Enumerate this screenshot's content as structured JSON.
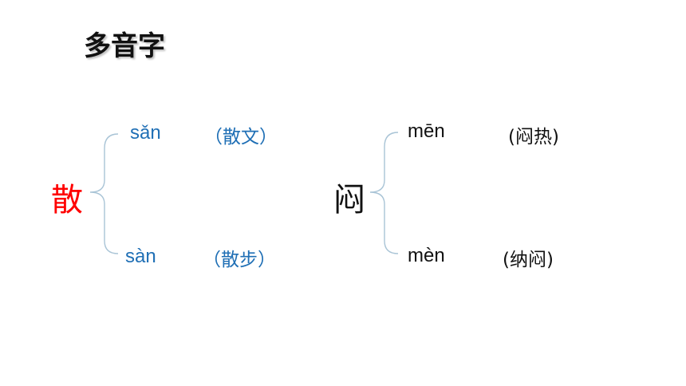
{
  "slide": {
    "title": "多音字",
    "colors": {
      "head_char_1": "#ff0000",
      "blue_text": "#1f6fb5",
      "black_text": "#111111",
      "bracket_line": "#a9c4d6"
    },
    "group1": {
      "char": "散",
      "readings": [
        {
          "pinyin": "sǎn",
          "word": "（散文）"
        },
        {
          "pinyin": "sàn",
          "word": "（散步）"
        }
      ]
    },
    "group2": {
      "char": "闷",
      "readings": [
        {
          "pinyin": "mēn",
          "word": "(闷热)"
        },
        {
          "pinyin": "mèn",
          "word": "(纳闷)"
        }
      ]
    }
  }
}
